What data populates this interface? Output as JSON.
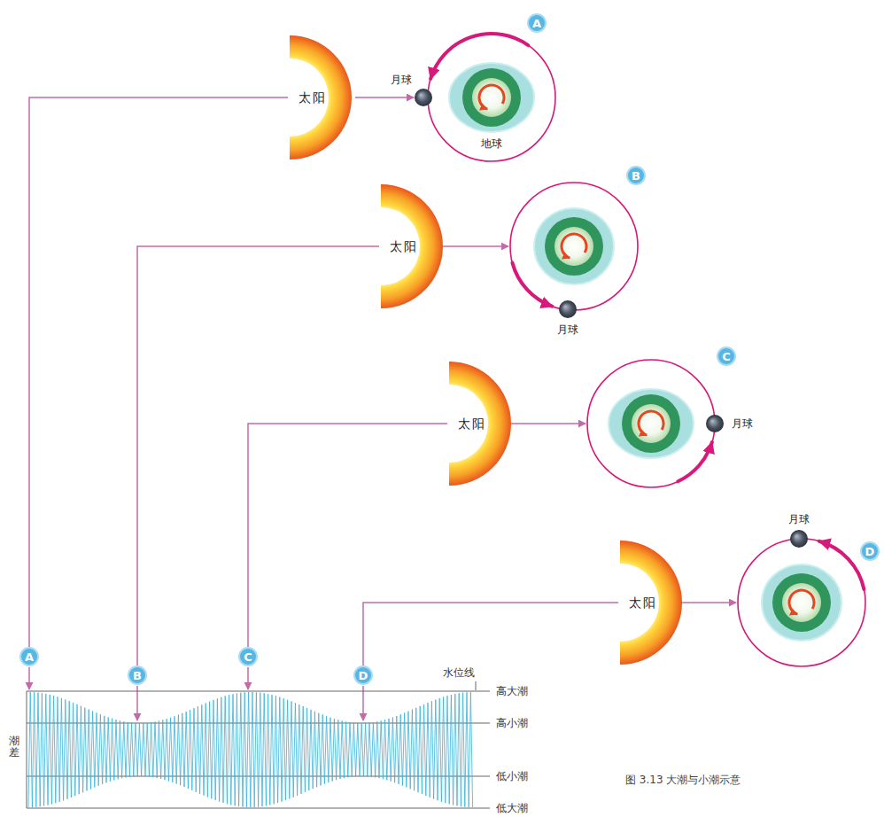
{
  "diagram": {
    "caption": "图 3.13 大潮与小潮示意",
    "nodes": [
      {
        "text": [
          "A"
        ]
      },
      {
        "text": [
          "太阳"
        ]
      },
      {
        "text": [
          "月球"
        ]
      },
      {
        "text": [
          "地球"
        ]
      },
      {
        "text": [
          "B"
        ]
      },
      {
        "text": [
          "太阳"
        ]
      },
      {
        "text": [
          "月球"
        ]
      },
      {
        "text": [
          "C"
        ]
      },
      {
        "text": [
          "太阳"
        ]
      },
      {
        "text": [
          "月球"
        ]
      },
      {
        "text": [
          "月球"
        ]
      },
      {
        "text": [
          "D"
        ]
      },
      {
        "text": [
          "太阳"
        ]
      },
      {
        "text": [
          "A"
        ]
      },
      {
        "text": [
          "B"
        ]
      },
      {
        "text": [
          "C"
        ]
      },
      {
        "text": [
          "D"
        ]
      }
    ],
    "edges": [
      {
        "from": 1,
        "to": 2,
        "arrow": "to"
      },
      {
        "from": 1,
        "to": 13,
        "arrow": "none"
      },
      {
        "from": 5,
        "to": 14,
        "arrow": "none"
      },
      {
        "from": 8,
        "to": 15,
        "arrow": "none"
      },
      {
        "from": 12,
        "to": 16,
        "arrow": "none"
      }
    ],
    "labels": [
      "水位线",
      "高大潮",
      "高小潮",
      "低小潮",
      "低大潮",
      "潮差"
    ]
  }
}
